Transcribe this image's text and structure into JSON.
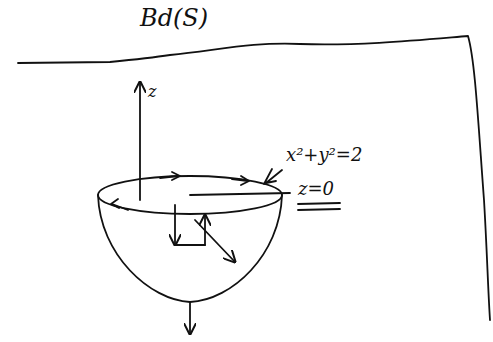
{
  "diagram": {
    "labels": [
      "Bd(S)",
      "z",
      "x²+y²=2",
      "z=0"
    ]
  }
}
